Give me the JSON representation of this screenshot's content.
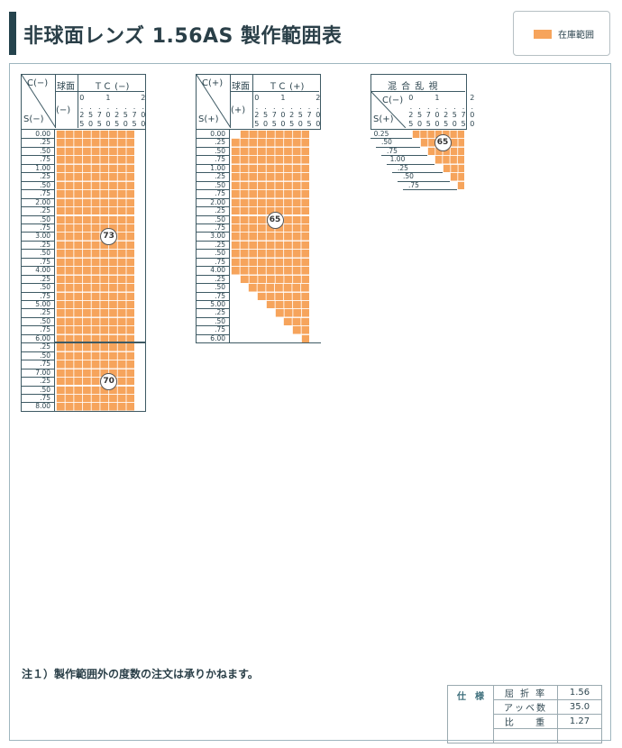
{
  "title": "非球面レンズ 1.56AS 製作範囲表",
  "legend": {
    "label": "在庫範囲",
    "color": "#f6a45c"
  },
  "tables": [
    {
      "id": "minus",
      "corner_top": "C(−)",
      "corner_bottom": "S(−)",
      "spherical_header": "球面",
      "spherical_sign": "(−)",
      "tc_header": "ＴＣ (−)",
      "columns": [
        [
          "0",
          ".",
          "2",
          "5"
        ],
        [
          ".",
          "5",
          "0"
        ],
        [
          ".",
          "7",
          "5"
        ],
        [
          "1",
          ".",
          "0",
          "0"
        ],
        [
          ".",
          "2",
          "5"
        ],
        [
          ".",
          "5",
          "0"
        ],
        [
          ".",
          "7",
          "5"
        ],
        [
          "2",
          ".",
          "0",
          "0"
        ]
      ],
      "rows": [
        "0.00",
        ".25",
        ".50",
        ".75",
        "1.00",
        ".25",
        ".50",
        ".75",
        "2.00",
        ".25",
        ".50",
        ".75",
        "3.00",
        ".25",
        ".50",
        ".75",
        "4.00",
        ".25",
        ".50",
        ".75",
        "5.00",
        ".25",
        ".50",
        ".75",
        "6.00",
        ".25",
        ".50",
        ".75",
        "7.00",
        ".25",
        ".50",
        ".75",
        "8.00"
      ],
      "stock_cols_by_row": [
        9,
        9,
        9,
        9,
        9,
        9,
        9,
        9,
        9,
        9,
        9,
        9,
        9,
        9,
        9,
        9,
        9,
        9,
        9,
        9,
        9,
        9,
        9,
        9,
        9,
        9,
        9,
        9,
        9,
        9,
        9,
        9,
        9
      ],
      "badges": [
        {
          "label": "73",
          "row": 12,
          "col": 6
        },
        {
          "label": "70",
          "row": 29,
          "col": 6
        }
      ]
    },
    {
      "id": "plus",
      "corner_top": "C(+)",
      "corner_bottom": "S(+)",
      "spherical_header": "球面",
      "spherical_sign": "(+)",
      "tc_header": "ＴＣ (+)",
      "columns": [
        [
          "0",
          ".",
          "2",
          "5"
        ],
        [
          ".",
          "5",
          "0"
        ],
        [
          ".",
          "7",
          "5"
        ],
        [
          "1",
          ".",
          "0",
          "0"
        ],
        [
          ".",
          "2",
          "5"
        ],
        [
          ".",
          "5",
          "0"
        ],
        [
          ".",
          "7",
          "5"
        ],
        [
          "2",
          ".",
          "0",
          "0"
        ]
      ],
      "rows": [
        "0.00",
        ".25",
        ".50",
        ".75",
        "1.00",
        ".25",
        ".50",
        ".75",
        "2.00",
        ".25",
        ".50",
        ".75",
        "3.00",
        ".25",
        ".50",
        ".75",
        "4.00",
        ".25",
        ".50",
        ".75",
        "5.00",
        ".25",
        ".50",
        ".75",
        "6.00"
      ],
      "stock_cols_by_row": [
        8,
        9,
        9,
        9,
        9,
        9,
        9,
        9,
        9,
        9,
        9,
        9,
        9,
        9,
        9,
        9,
        9,
        8,
        7,
        6,
        5,
        4,
        3,
        2,
        1
      ],
      "badges": [
        {
          "label": "65",
          "row": 10,
          "col": 5
        }
      ]
    },
    {
      "id": "mixed",
      "top_header": "混 合 乱 視",
      "corner_top": "C(−)",
      "corner_bottom": "S(+)",
      "columns": [
        [
          "0",
          ".",
          "2",
          "5"
        ],
        [
          ".",
          "5",
          "0"
        ],
        [
          ".",
          "7",
          "5"
        ],
        [
          "1",
          ".",
          "0",
          "0"
        ],
        [
          ".",
          "2",
          "5"
        ],
        [
          ".",
          "5",
          "0"
        ],
        [
          ".",
          "7",
          "5"
        ],
        [
          "2",
          ".",
          "0",
          "0"
        ]
      ],
      "rows": [
        "0.25",
        ".50",
        ".75",
        "1.00",
        ".25",
        ".50",
        ".75"
      ],
      "stock_cols_by_row": [
        7,
        6,
        5,
        4,
        3,
        2,
        1
      ],
      "badges": [
        {
          "label": "65",
          "row": 1,
          "col": 5
        }
      ]
    }
  ],
  "note": "注１）製作範囲外の度数の注文は承りかねます。",
  "spec": {
    "heading": "仕　様",
    "rows": [
      {
        "name": "屈 折 率",
        "value": "1.56"
      },
      {
        "name": "アッベ数",
        "value": "35.0"
      },
      {
        "name": "比 　 重",
        "value": "1.27"
      }
    ]
  }
}
